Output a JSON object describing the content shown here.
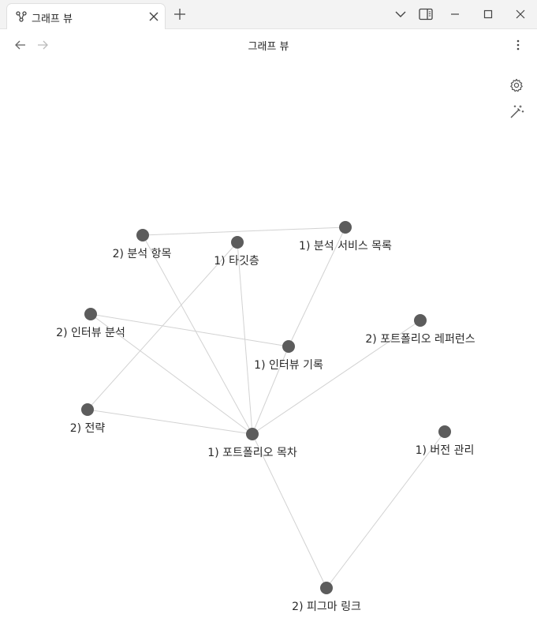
{
  "tab": {
    "icon": "graph-icon",
    "title": "그래프 뷰",
    "close_icon": "close-icon"
  },
  "tabbar": {
    "new_tab_icon": "plus-icon",
    "tab_list_icon": "chevron-down-icon",
    "sidebar_toggle_icon": "sidebar-toggle-icon",
    "minimize_icon": "minimize-icon",
    "maximize_icon": "maximize-icon",
    "window_close_icon": "close-icon"
  },
  "header": {
    "back_icon": "arrow-left-icon",
    "forward_icon": "arrow-right-icon",
    "title": "그래프 뷰",
    "more_icon": "more-vertical-icon"
  },
  "graph_controls": {
    "settings_icon": "gear-icon",
    "animate_icon": "magic-wand-icon"
  },
  "graph": {
    "node_color": "#5c5c5c",
    "edge_color": "#d2d2d2",
    "nodes": [
      {
        "id": "bunseok-hangmok",
        "label": "2) 분석 항목"
      },
      {
        "id": "target",
        "label": "1) 타깃층"
      },
      {
        "id": "bunseok-service",
        "label": "1) 분석 서비스 목록"
      },
      {
        "id": "interview-bunseok",
        "label": "2) 인터뷰 분석"
      },
      {
        "id": "portfolio-ref",
        "label": "2) 포트폴리오 레퍼런스"
      },
      {
        "id": "interview-record",
        "label": "1) 인터뷰 기록"
      },
      {
        "id": "strategy",
        "label": "2) 전략"
      },
      {
        "id": "portfolio-toc",
        "label": "1) 포트폴리오 목차"
      },
      {
        "id": "version",
        "label": "1) 버전 관리"
      },
      {
        "id": "figma",
        "label": "2) 피그마 링크"
      }
    ],
    "edges": [
      [
        "bunseok-hangmok",
        "bunseok-service"
      ],
      [
        "bunseok-hangmok",
        "portfolio-toc"
      ],
      [
        "target",
        "strategy"
      ],
      [
        "target",
        "portfolio-toc"
      ],
      [
        "bunseok-service",
        "interview-record"
      ],
      [
        "interview-bunseok",
        "interview-record"
      ],
      [
        "interview-bunseok",
        "portfolio-toc"
      ],
      [
        "interview-record",
        "portfolio-toc"
      ],
      [
        "portfolio-ref",
        "portfolio-toc"
      ],
      [
        "strategy",
        "portfolio-toc"
      ],
      [
        "portfolio-toc",
        "figma"
      ],
      [
        "version",
        "figma"
      ]
    ]
  }
}
